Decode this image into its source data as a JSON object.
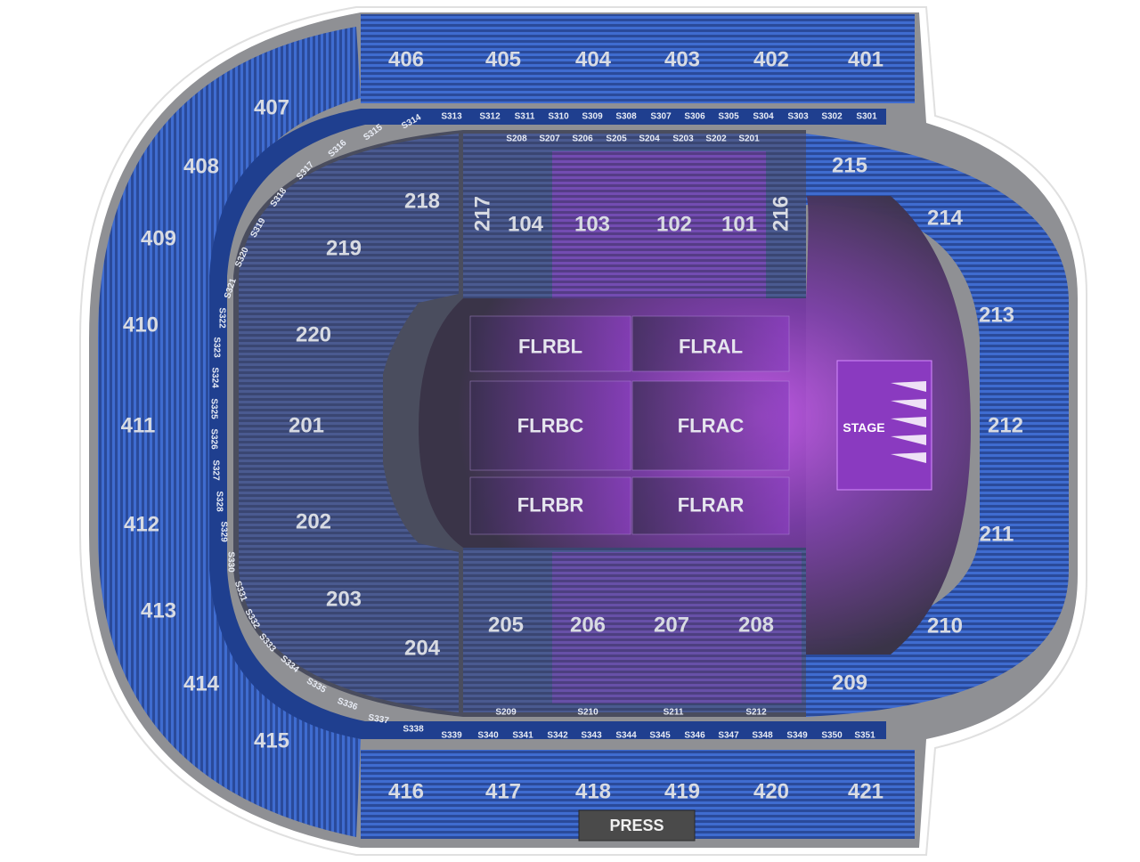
{
  "colors": {
    "concourse": "#8f9094",
    "seat_blue": "#2f5bb3",
    "seat_blue_dark": "#223f86",
    "section_fill": "#3a4d80",
    "floor_purple": "#6a3b94",
    "stage_glow": "#b04bd8",
    "suite_bar": "#1f3f8f",
    "press_box": "#4a4a4a"
  },
  "upper_top": [
    "406",
    "405",
    "404",
    "403",
    "402",
    "401"
  ],
  "upper_left": [
    "407",
    "408",
    "409",
    "410",
    "411",
    "412",
    "413",
    "414",
    "415"
  ],
  "upper_bottom": [
    "416",
    "417",
    "418",
    "419",
    "420",
    "421"
  ],
  "lower_left": [
    "218",
    "219",
    "220",
    "201",
    "202",
    "203",
    "204"
  ],
  "lower_right": [
    "215",
    "214",
    "213",
    "212",
    "211",
    "210",
    "209"
  ],
  "lower_top": [
    "104",
    "103",
    "102",
    "101"
  ],
  "lower_top_sides": [
    "217",
    "216"
  ],
  "lower_bottom": [
    "205",
    "206",
    "207",
    "208"
  ],
  "floor": [
    "FLRBL",
    "FLRAL",
    "FLRBC",
    "FLRAC",
    "FLRBR",
    "FLRAR"
  ],
  "stage_label": "STAGE",
  "press_label": "PRESS",
  "suites_top_outer": [
    "S313",
    "S312",
    "S311",
    "S310",
    "S309",
    "S308",
    "S307",
    "S306",
    "S305",
    "S304",
    "S303",
    "S302",
    "S301"
  ],
  "suites_top_inner": [
    "S208",
    "S207",
    "S206",
    "S205",
    "S204",
    "S203",
    "S202",
    "S201"
  ],
  "suites_bottom_outer": [
    "S339",
    "S340",
    "S341",
    "S342",
    "S343",
    "S344",
    "S345",
    "S346",
    "S347",
    "S348",
    "S349",
    "S350",
    "S351"
  ],
  "suites_bottom_inner": [
    "S209",
    "S210",
    "S211",
    "S212"
  ],
  "suites_left_arc": [
    "S314",
    "S315",
    "S316",
    "S317",
    "S318",
    "S319",
    "S320",
    "S321",
    "S322",
    "S323",
    "S324",
    "S325",
    "S326",
    "S327",
    "S328",
    "S329",
    "S330",
    "S331",
    "S332",
    "S333",
    "S334",
    "S335",
    "S336",
    "S337",
    "S338"
  ]
}
